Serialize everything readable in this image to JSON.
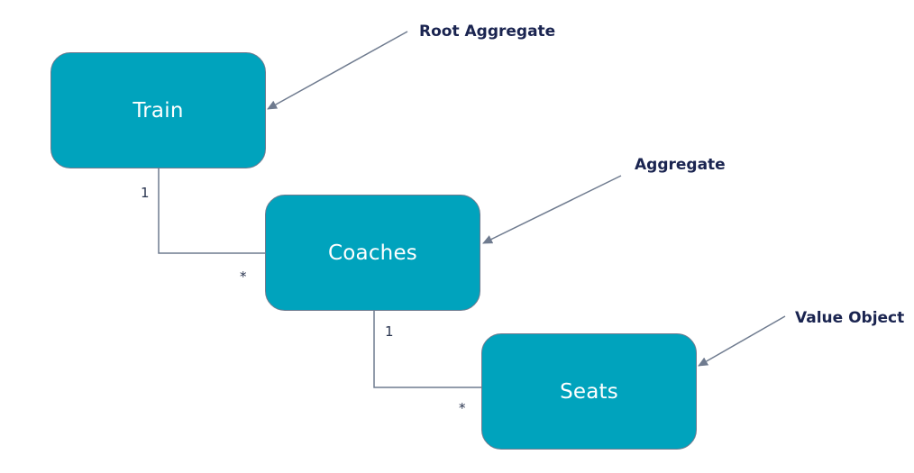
{
  "boxes": {
    "train": "Train",
    "coaches": "Coaches",
    "seats": "Seats"
  },
  "multiplicities": {
    "train_coaches_one": "1",
    "train_coaches_many": "*",
    "coaches_seats_one": "1",
    "coaches_seats_many": "*"
  },
  "annotations": {
    "root_aggregate": "Root Aggregate",
    "aggregate": "Aggregate",
    "value_object": "Value Object"
  },
  "colors": {
    "box_fill": "#00a3bd",
    "box_border": "#6f7b8f",
    "connector": "#6f7b8f",
    "annotation_text": "#1a2450"
  }
}
